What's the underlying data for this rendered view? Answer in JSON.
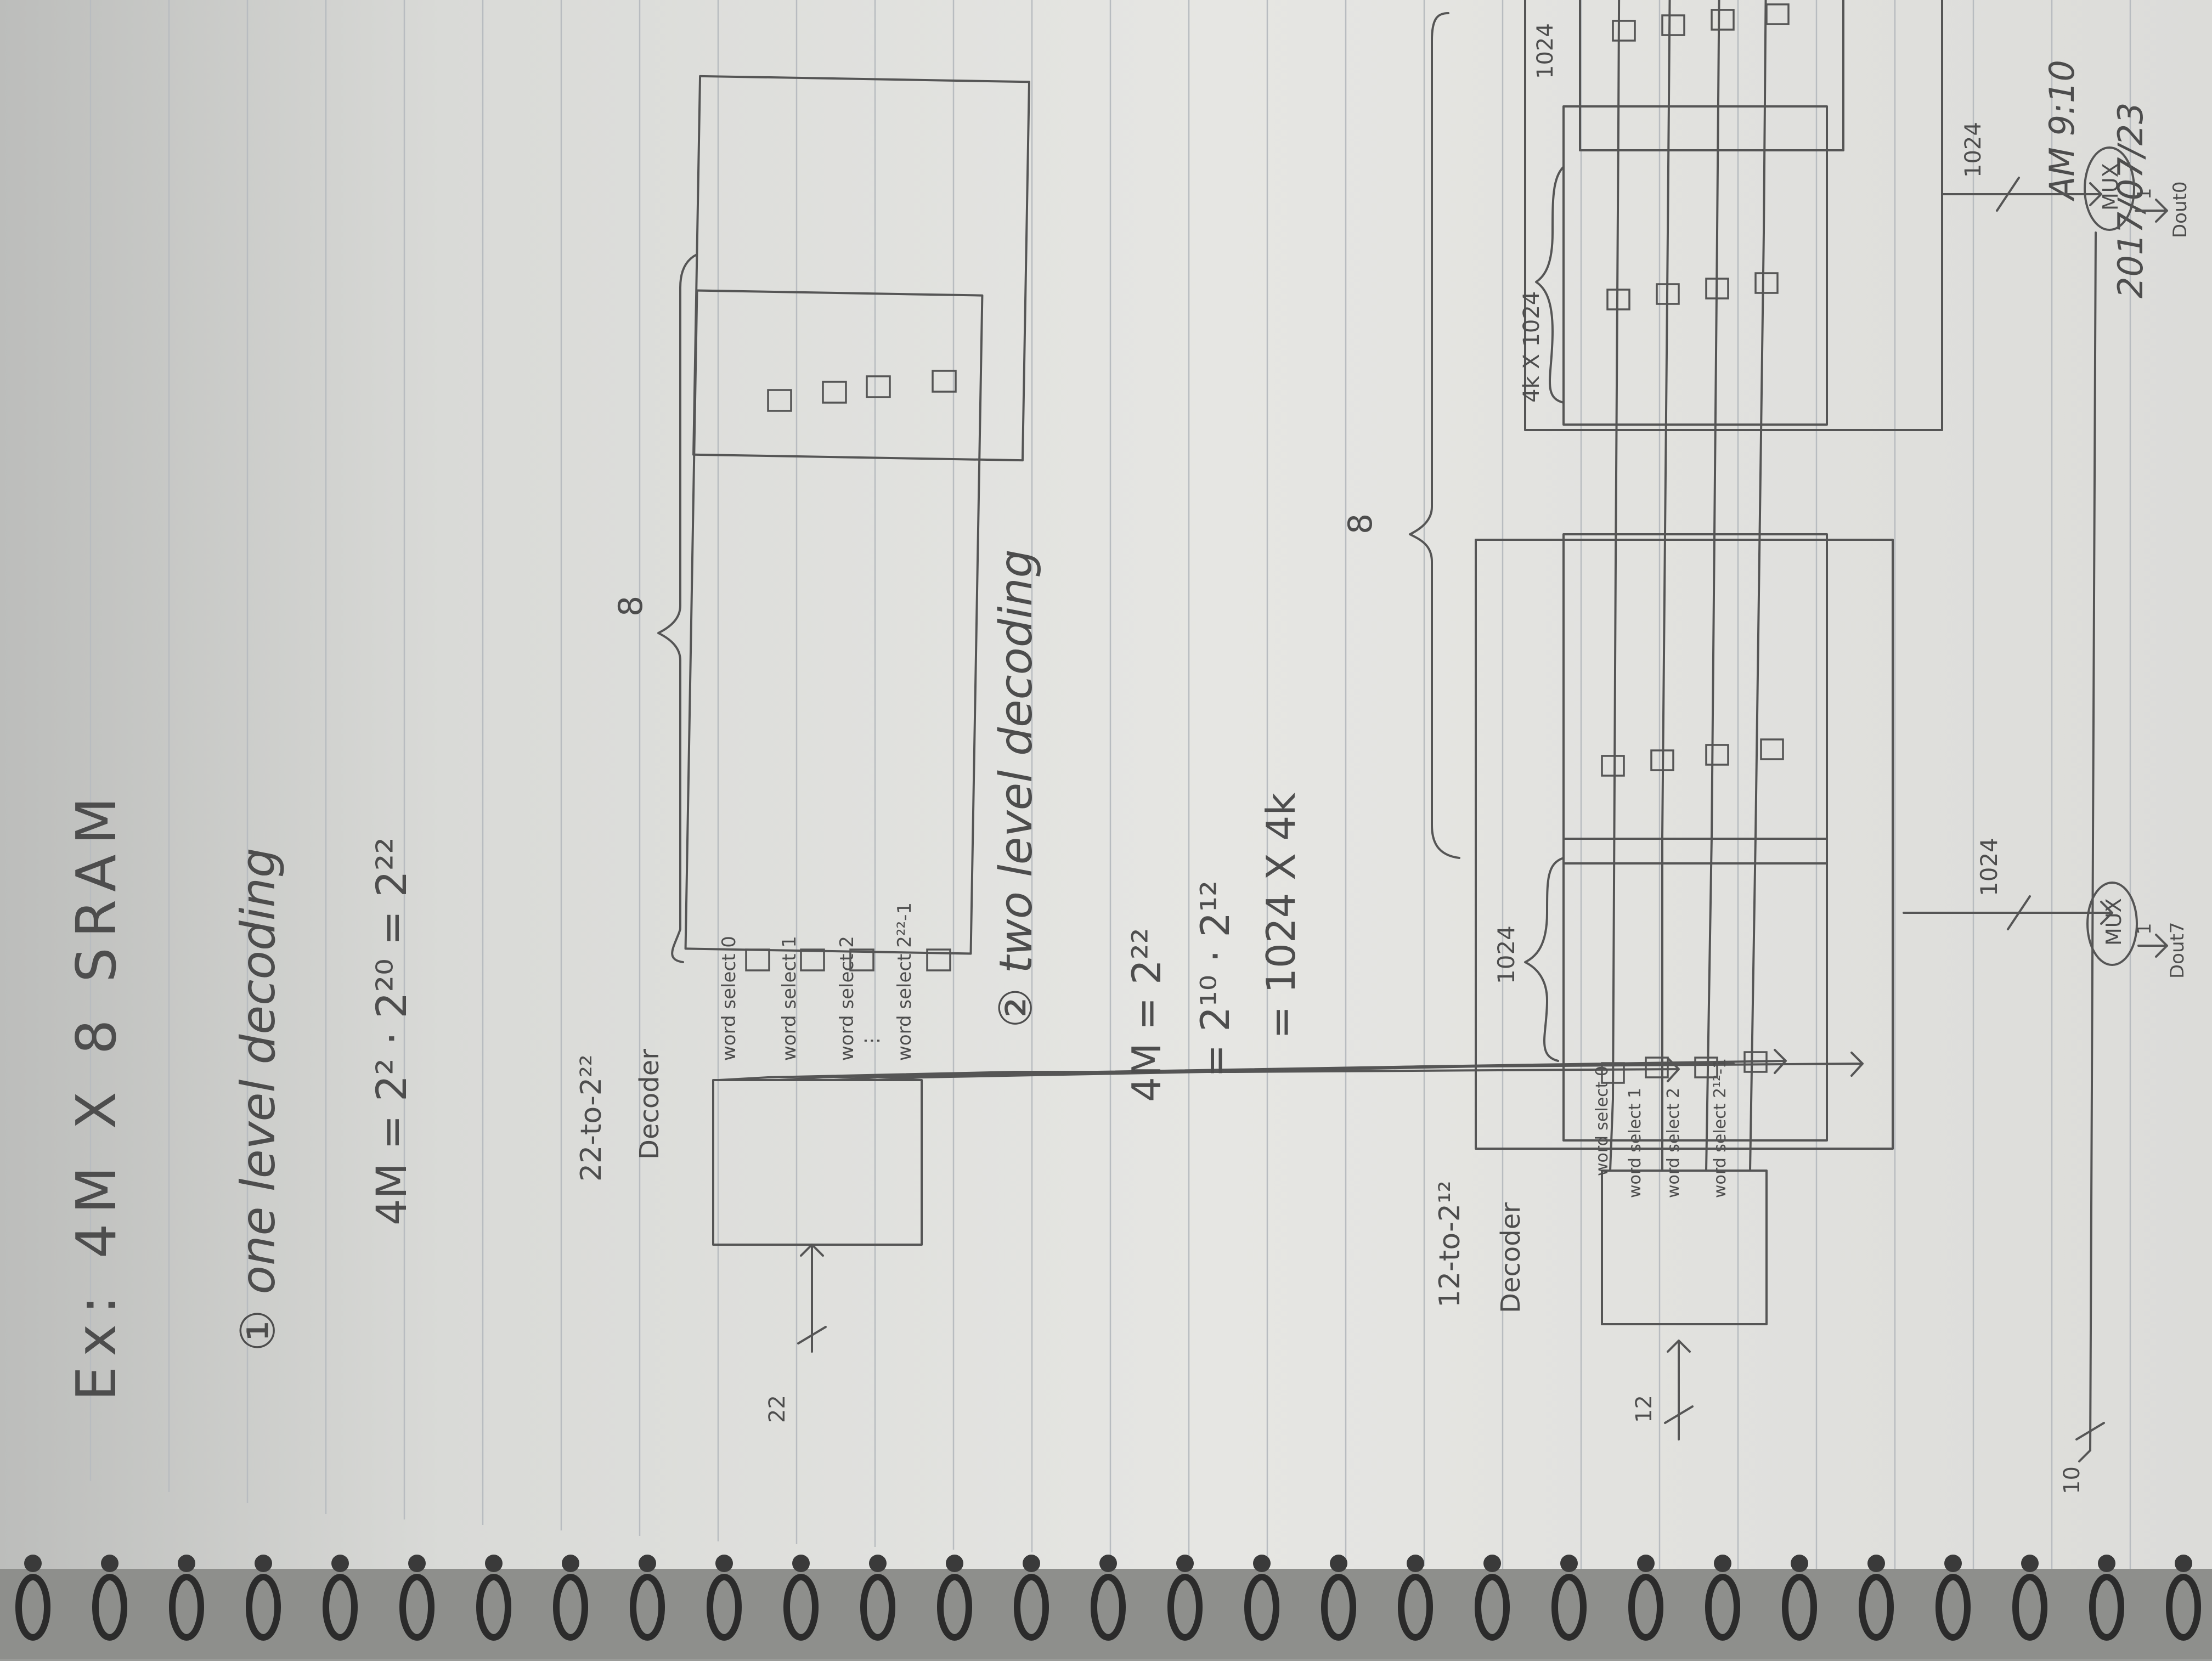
{
  "header": {
    "date": "2017/07/23",
    "time": "AM 9:10",
    "title": "Ex: 4M X 8 SRAM"
  },
  "section1": {
    "heading": "① one level decoding",
    "equation": "4M = 2² · 2²⁰ = 2²²",
    "decoder_range": "22-to-2²²",
    "decoder_label": "Decoder",
    "input_bits": "22",
    "word_selects": [
      "word select 0",
      "word select 1",
      "word select 2",
      "⋮",
      "word select 2²²-1"
    ],
    "brace_label": "8"
  },
  "section2": {
    "heading": "② two level decoding",
    "eq1": "4M = 2²²",
    "eq2": "= 2¹⁰ · 2¹²",
    "eq3": "= 1024 X 4k",
    "decoder_range": "12-to-2¹²",
    "decoder_label": "Decoder",
    "input_bits": "12",
    "word_selects": [
      "word select 0",
      "word select 1",
      "word select 2",
      "word select 2¹²-1"
    ],
    "block_width_1": "1024",
    "block_width_2": "1024",
    "block_size": "4k X 1024",
    "brace_label": "8",
    "bus_1": "1024",
    "bus_2": "1024",
    "mux_1": "MUX",
    "mux_2": "MUX",
    "mux_select_bits": "10",
    "out_bits_1": "1",
    "out_bits_2": "1",
    "out_1": "Dout7",
    "out_2": "Dout0"
  }
}
